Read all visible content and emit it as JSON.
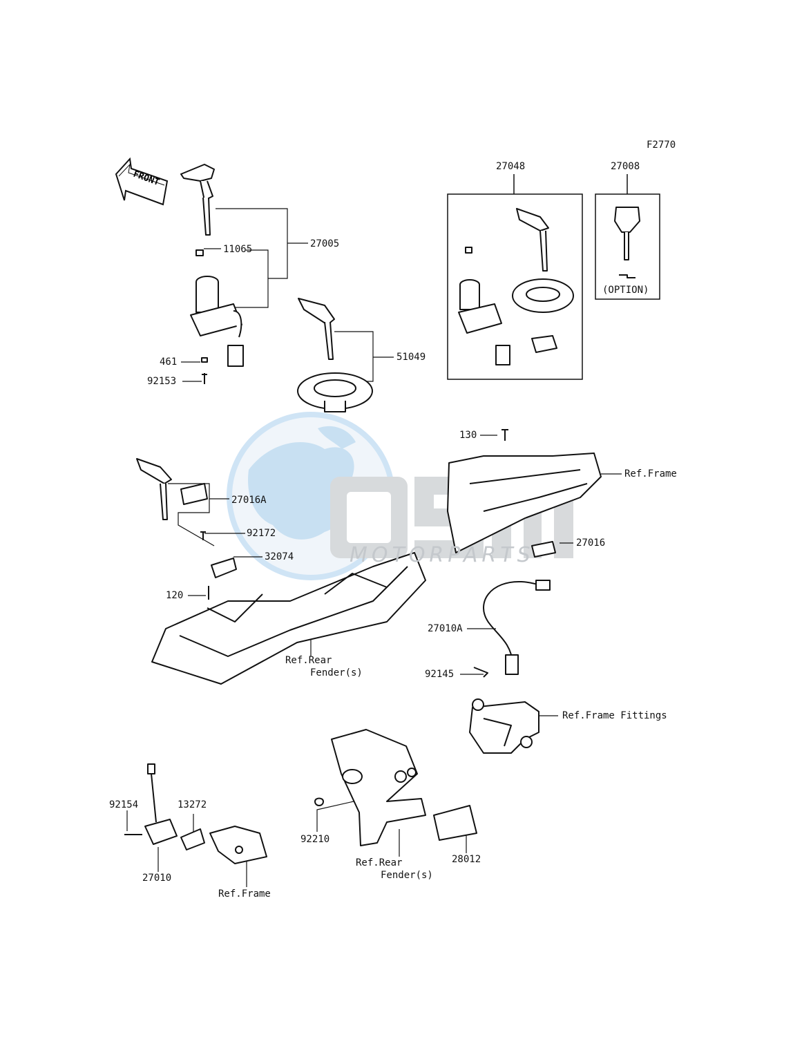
{
  "diagram_id": "F2770",
  "front_arrow_label": "FRONT",
  "watermark": {
    "brand": "OSM",
    "sub": "MOTORPARTS",
    "globe_color": "#9cc8e8",
    "letters_color": "#b8bcc0"
  },
  "parts": {
    "p27048": "27048",
    "p27008": "27008",
    "option": "(OPTION)",
    "p27005": "27005",
    "p11065": "11065",
    "p461": "461",
    "p92153": "92153",
    "p51049": "51049",
    "p130": "130",
    "ref_frame_1": "Ref.Frame",
    "p27016": "27016",
    "p27016A": "27016A",
    "p92172": "92172",
    "p32074": "32074",
    "p120": "120",
    "ref_rear_fender_1a": "Ref.Rear",
    "ref_rear_fender_1b": "Fender(s)",
    "p27010A": "27010A",
    "p92145": "92145",
    "ref_frame_fittings": "Ref.Frame Fittings",
    "p92154": "92154",
    "p13272": "13272",
    "p27010": "27010",
    "ref_frame_2": "Ref.Frame",
    "p92210": "92210",
    "ref_rear_fender_2a": "Ref.Rear",
    "ref_rear_fender_2b": "Fender(s)",
    "p28012": "28012"
  }
}
